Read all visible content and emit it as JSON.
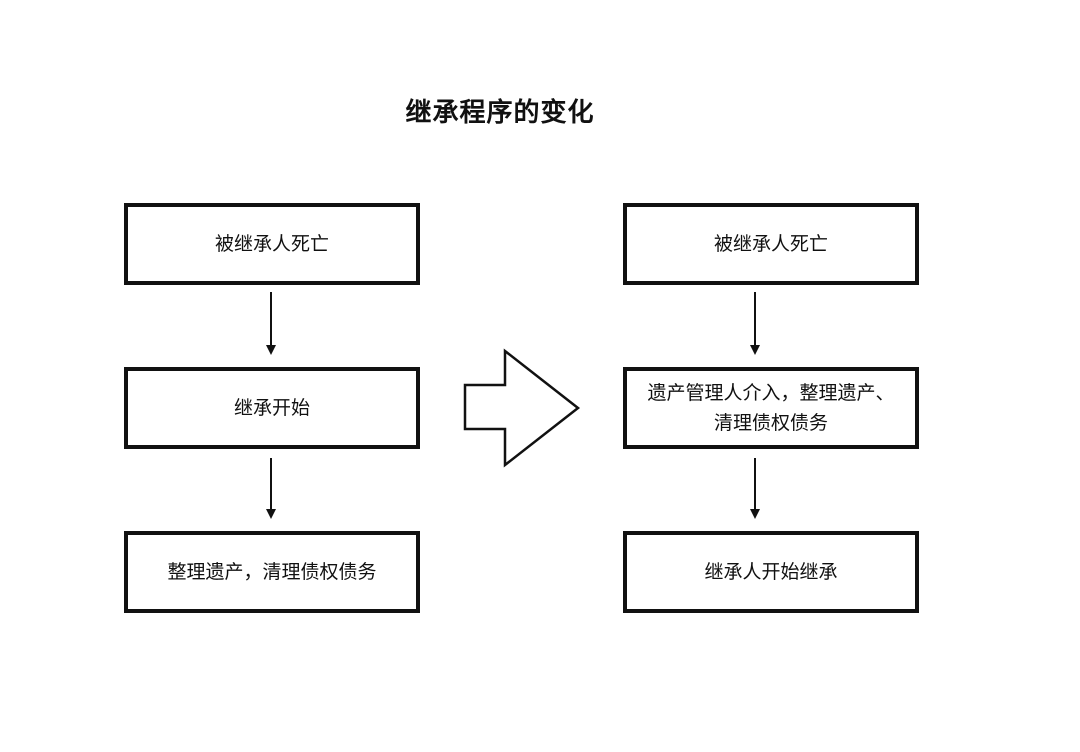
{
  "title": "继承程序的变化",
  "left_flow": {
    "steps": [
      "被继承人死亡",
      "继承开始",
      "整理遗产，清理债权债务"
    ]
  },
  "right_flow": {
    "steps": [
      "被继承人死亡",
      "遗产管理人介入，整理遗产、清理债权债务",
      "继承人开始继承"
    ],
    "step2_lines": [
      "遗产管理人介入，整理遗产、",
      "清理债权债务"
    ]
  },
  "colors": {
    "stroke": "#111111",
    "background": "#ffffff"
  }
}
